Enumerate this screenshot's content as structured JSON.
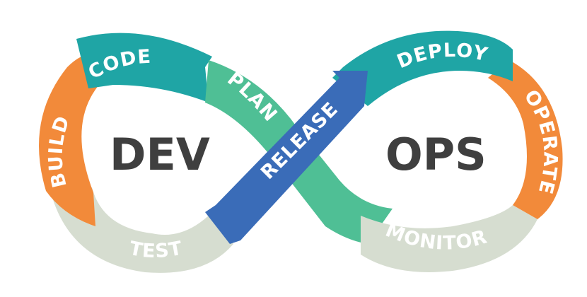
{
  "diagram": {
    "left_hub": "DEV",
    "right_hub": "OPS",
    "stages": {
      "code": "CODE",
      "build": "BUILD",
      "test": "TEST",
      "plan": "PLAN",
      "release": "RELEASE",
      "deploy": "DEPLOY",
      "operate": "OPERATE",
      "monitor": "MONITOR"
    },
    "colors": {
      "teal": "#1fa5a5",
      "orange": "#f28a3a",
      "light_gray": "#d6ddd0",
      "green": "#4fbf95",
      "blue": "#3a6cb8",
      "hub_text": "#3f3f3f"
    }
  }
}
